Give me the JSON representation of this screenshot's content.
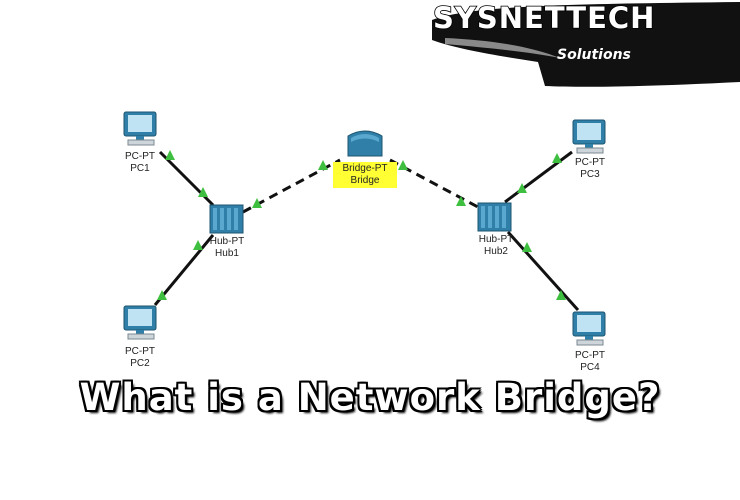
{
  "logo": {
    "brand": "SYSNETTECH",
    "tagline": "Solutions"
  },
  "headline": "What is a Network Bridge?",
  "nodes": {
    "pc1": {
      "type": "PC-PT",
      "name": "PC1"
    },
    "pc2": {
      "type": "PC-PT",
      "name": "PC2"
    },
    "pc3": {
      "type": "PC-PT",
      "name": "PC3"
    },
    "pc4": {
      "type": "PC-PT",
      "name": "PC4"
    },
    "hub1": {
      "type": "Hub-PT",
      "name": "Hub1"
    },
    "hub2": {
      "type": "Hub-PT",
      "name": "Hub2"
    },
    "bridge": {
      "type": "Bridge-PT",
      "name": "Bridge"
    }
  },
  "colors": {
    "device_blue": "#2f7fa8",
    "port_led": "#3fbf3f",
    "bridge_highlight": "#ffff33",
    "logo_swoosh": "#111111"
  }
}
